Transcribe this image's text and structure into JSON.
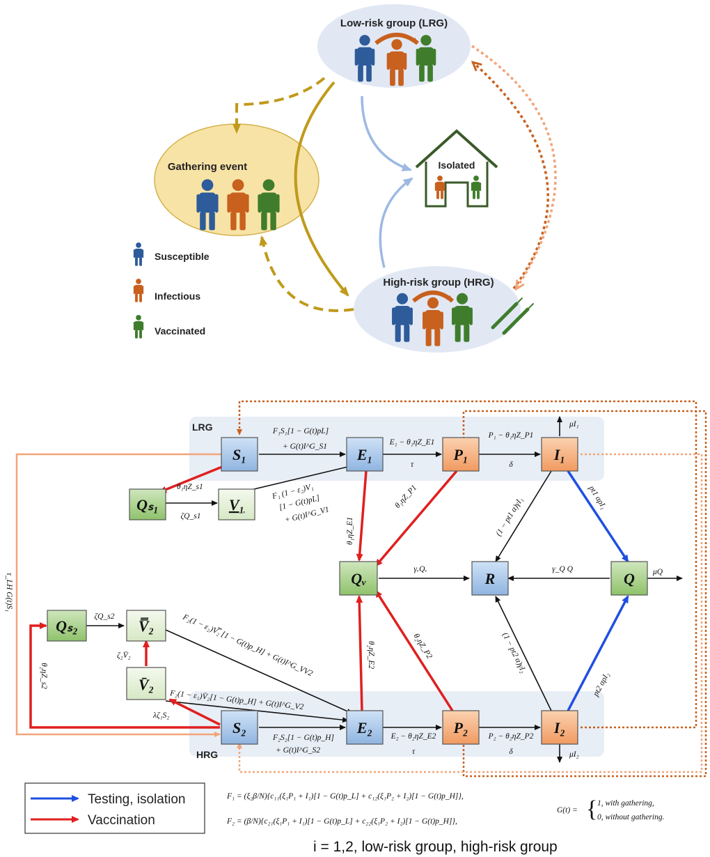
{
  "top": {
    "lrg_label": "Low-risk group (LRG)",
    "hrg_label": "High-risk group (HRG)",
    "gathering_label": "Gathering event",
    "isolated_label": "Isolated",
    "legend": [
      {
        "label": "Susceptible",
        "color": "#2e5b9a"
      },
      {
        "label": "Infectious",
        "color": "#c8601e"
      },
      {
        "label": "Vaccinated",
        "color": "#3f7d2c"
      }
    ]
  },
  "model": {
    "group_lrg": "LRG",
    "group_hrg": "HRG",
    "compartments": {
      "S1": "S₁",
      "E1": "E₁",
      "P1": "P₁",
      "I1": "I₁",
      "Qs1": "Qₛ₁",
      "V1": "V₁",
      "Qv": "Qᵥ",
      "R": "R",
      "Q": "Q",
      "Qs2": "Qₛ₂",
      "V2bb": "V̿₂",
      "V2b": "V̄₂",
      "S2": "S₂",
      "E2": "E₂",
      "P2": "P₂",
      "I2": "I₂"
    },
    "rates": {
      "s1_e1_a": "F₁S₁[1 − G(t)pL]",
      "s1_e1_b": "+ G(t)I^G_S1",
      "e1_p1_top": "E₁ − θ₁ηZ_E1",
      "e1_p1_bot": "τ",
      "p1_i1_top": "P₁ − θ₁ηZ_P1",
      "p1_i1_bot": "δ",
      "mu_i1": "μI₁",
      "s1_qs1": "θ₁ηZ_s1",
      "qs1_v1": "ζQ_s1",
      "v1_e1_a": "F₁ (1 − ε₂)V₁",
      "v1_e1_b": "[1 − G(t)pL]",
      "v1_e1_c": "+ G(t)I^G_V1",
      "e1_qv": "θ₁ηZ_E1",
      "p1_qv": "θ₁ηZ_P1",
      "i1_r": "(1 − pt1 α)γI₁",
      "i1_q": "pt1 αρI₁",
      "qv_r": "γᵥQᵥ",
      "q_r": "γ_Q Q",
      "mu_q": "μQ",
      "tau_lh": "τ_LH G(t)S₁",
      "qs2_v2": "ζQ_s2",
      "v2bb_e2": "F₂(1 − ε₂)V̿₂ [1 − G(t)p_H] + G(t)I^G_VV2",
      "v2b_v2bb": "ζ₂V̄₂",
      "v2b_e2": "F₂(1 − ε₁)V̄₂[1 − G(t)p_H] + G(t)I^G_V2",
      "s2_v2b": "λζ₁S₂",
      "s2_qs2": "θ₂ηZ_s2",
      "e2_qv": "θ₂ηZ_E2",
      "p2_qv": "θ₂ηZ_P2",
      "i2_r": "(1 − pt2 α)γI₂",
      "i2_q": "pt2 αρI₂",
      "s2_e2_a": "F₂S₂[1 − G(t)p_H]",
      "s2_e2_b": "+ G(t)I^G_S2",
      "e2_p2_top": "E₂ − θ₂ηZ_E2",
      "e2_p2_bot": "τ",
      "p2_i2_top": "P₂ − θ₂ηZ_P2",
      "p2_i2_bot": "δ",
      "mu_i2": "μI₂"
    }
  },
  "legend_bottom": [
    {
      "label": "Testing, isolation",
      "color": "#1f4fe0"
    },
    {
      "label": "Vaccination",
      "color": "#e01f1f"
    }
  ],
  "equations": {
    "f1": "F₁ = (ξ₂β/N){c₁₁(ξ₁P₁ + I₁)[1 − G(t)p_L] + c₁₂(ξ₁P₂ + I₂)[1 − G(t)p_H]},",
    "f2": "F₂ = (β/N){c₂₁(ξ₁P₁ + I₁)[1 − G(t)p_L] + c₂₂(ξ₁P₂ + I₂)[1 − G(t)p_H]},",
    "g_lhs": "G(t) =",
    "g_case1": "1,        with gathering,",
    "g_case0": "0, without gathering."
  },
  "caption": "i = 1,2, low-risk group, high-risk group",
  "colors": {
    "blue_box": "#a9c8ec",
    "orange_box": "#f7b98b",
    "green_box": "#a9d18e",
    "light_green_box": "#e6f0da",
    "group_band": "#e8eef6",
    "gold": "#c09a1c",
    "orange_dot": "#c8601e",
    "light_orange": "#f1a57a"
  }
}
